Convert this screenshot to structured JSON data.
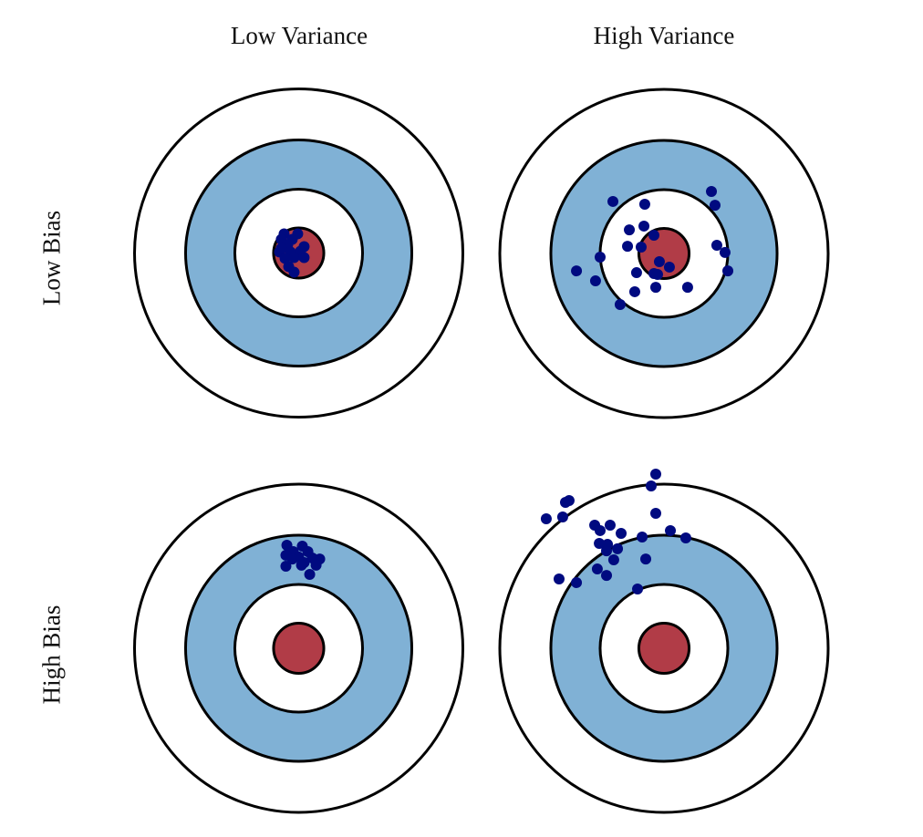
{
  "column_labels": [
    "Low Variance",
    "High Variance"
  ],
  "row_labels": [
    "Low Bias",
    "High Bias"
  ],
  "colors": {
    "ring_stroke": "#000000",
    "outer_fill": "#ffffff",
    "blue_ring": "#80b1d5",
    "inner_fill": "#ffffff",
    "bullseye": "#b13c47",
    "dots": "#000a80"
  },
  "chart_data": {
    "type": "scatter",
    "title": "",
    "description": "Bias-variance bullseye diagram: 2x2 grid of targets with shot dots. Coordinates normalized so the outer ring radius = 1, center = (0,0), y grows downward.",
    "ring_radii": [
      1.0,
      0.689,
      0.389,
      0.153
    ],
    "ring_fills": [
      "outer_fill",
      "blue_ring",
      "inner_fill",
      "bullseye"
    ],
    "panels": [
      {
        "name": "low-bias-low-variance",
        "row": "Low Bias",
        "column": "Low Variance",
        "points": [
          [
            -0.089,
            -0.117
          ],
          [
            -0.006,
            -0.117
          ],
          [
            -0.106,
            -0.083
          ],
          [
            -0.039,
            -0.083
          ],
          [
            -0.067,
            -0.05
          ],
          [
            0.033,
            -0.039
          ],
          [
            -0.117,
            -0.006
          ],
          [
            -0.05,
            -0.006
          ],
          [
            0.011,
            -0.011
          ],
          [
            -0.083,
            0.033
          ],
          [
            -0.028,
            0.028
          ],
          [
            0.033,
            0.028
          ],
          [
            -0.061,
            0.083
          ],
          [
            -0.028,
            0.117
          ],
          [
            -0.106,
            -0.028
          ]
        ]
      },
      {
        "name": "low-bias-high-variance",
        "row": "Low Bias",
        "column": "High Variance",
        "points": [
          [
            -0.311,
            -0.317
          ],
          [
            -0.117,
            -0.3
          ],
          [
            0.289,
            -0.378
          ],
          [
            0.311,
            -0.294
          ],
          [
            -0.211,
            -0.144
          ],
          [
            -0.122,
            -0.167
          ],
          [
            -0.061,
            -0.111
          ],
          [
            -0.222,
            -0.044
          ],
          [
            -0.139,
            -0.039
          ],
          [
            -0.389,
            0.022
          ],
          [
            0.322,
            -0.05
          ],
          [
            0.372,
            -0.006
          ],
          [
            -0.533,
            0.106
          ],
          [
            -0.417,
            0.167
          ],
          [
            -0.167,
            0.117
          ],
          [
            -0.028,
            0.05
          ],
          [
            0.033,
            0.083
          ],
          [
            -0.061,
            0.122
          ],
          [
            -0.039,
            0.128
          ],
          [
            0.389,
            0.106
          ],
          [
            -0.178,
            0.233
          ],
          [
            -0.05,
            0.206
          ],
          [
            0.144,
            0.206
          ],
          [
            -0.267,
            0.311
          ]
        ]
      },
      {
        "name": "high-bias-low-variance",
        "row": "High Bias",
        "column": "Low Variance",
        "points": [
          [
            -0.072,
            -0.628
          ],
          [
            0.022,
            -0.622
          ],
          [
            -0.033,
            -0.589
          ],
          [
            0.056,
            -0.589
          ],
          [
            -0.078,
            -0.567
          ],
          [
            0.0,
            -0.556
          ],
          [
            0.083,
            -0.55
          ],
          [
            0.128,
            -0.544
          ],
          [
            0.033,
            -0.522
          ],
          [
            0.106,
            -0.506
          ],
          [
            -0.078,
            -0.5
          ],
          [
            -0.039,
            -0.544
          ],
          [
            0.067,
            -0.45
          ],
          [
            0.017,
            -0.506
          ]
        ]
      },
      {
        "name": "high-bias-high-variance",
        "row": "High Bias",
        "column": "High Variance",
        "points": [
          [
            -0.05,
            -1.061
          ],
          [
            -0.078,
            -0.989
          ],
          [
            -0.6,
            -0.889
          ],
          [
            -0.578,
            -0.9
          ],
          [
            -0.717,
            -0.789
          ],
          [
            -0.617,
            -0.8
          ],
          [
            -0.05,
            -0.822
          ],
          [
            -0.422,
            -0.75
          ],
          [
            -0.389,
            -0.717
          ],
          [
            -0.328,
            -0.75
          ],
          [
            -0.261,
            -0.7
          ],
          [
            -0.133,
            -0.678
          ],
          [
            0.039,
            -0.717
          ],
          [
            0.133,
            -0.672
          ],
          [
            -0.394,
            -0.639
          ],
          [
            -0.344,
            -0.633
          ],
          [
            -0.35,
            -0.594
          ],
          [
            -0.283,
            -0.606
          ],
          [
            -0.306,
            -0.539
          ],
          [
            -0.111,
            -0.544
          ],
          [
            -0.406,
            -0.483
          ],
          [
            -0.35,
            -0.444
          ],
          [
            -0.639,
            -0.422
          ],
          [
            -0.533,
            -0.4
          ],
          [
            -0.161,
            -0.361
          ]
        ]
      }
    ]
  }
}
